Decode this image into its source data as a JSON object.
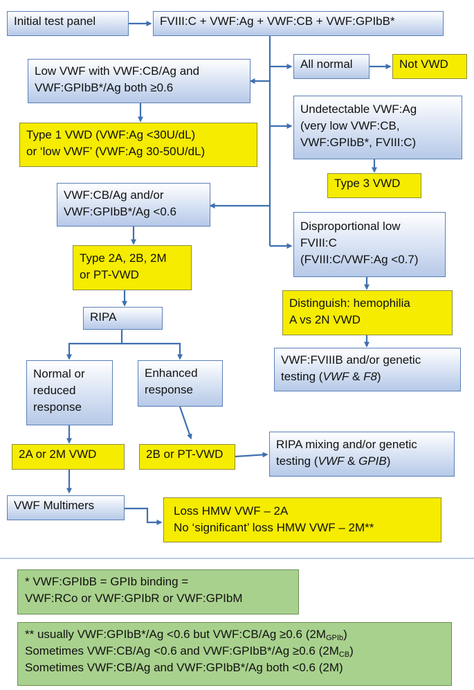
{
  "nodes": {
    "initial": "Initial test panel",
    "panel": "FVIII:C + VWF:Ag + VWF:CB + VWF:GPIbB*",
    "all_normal": "All normal",
    "not_vwd": "Not VWD",
    "low_vwf": [
      "Low VWF with VWF:CB/Ag and",
      "VWF:GPIbB*/Ag both ≥0.6"
    ],
    "type1": [
      "Type 1 VWD (VWF:Ag <30U/dL)",
      "or ‘low VWF’ (VWF:Ag 30-50U/dL)"
    ],
    "undetectable": [
      "Undetectable VWF:Ag",
      "(very low VWF:CB,",
      "VWF:GPIbB*, FVIII:C)"
    ],
    "type3": "Type 3 VWD",
    "cb_ag_low": [
      "VWF:CB/Ag and/or",
      "VWF:GPIbB*/Ag <0.6"
    ],
    "type2": [
      "Type 2A, 2B, 2M",
      "or PT-VWD"
    ],
    "dispro": [
      "Disproportional low",
      "FVIII:C",
      "(FVIII:C/VWF:Ag <0.7)"
    ],
    "distinguish": [
      "Distinguish: hemophilia",
      "A vs 2N VWD"
    ],
    "fviiib": {
      "line1": "VWF:FVIIIB and/or genetic",
      "line2_pre": "testing (",
      "line2_g1": "VWF",
      "line2_mid": " & ",
      "line2_g2": "F8",
      "line2_post": ")"
    },
    "ripa": "RIPA",
    "normal_reduced": [
      "Normal or",
      "reduced",
      "response"
    ],
    "enhanced": [
      "Enhanced",
      "response"
    ],
    "t2a2m": "2A or 2M VWD",
    "t2bpt": "2B or PT-VWD",
    "ripa_mix": {
      "line1": "RIPA mixing and/or genetic",
      "line2_pre": "testing (",
      "line2_g1": "VWF",
      "line2_mid": " & ",
      "line2_g2": "GPIB",
      "line2_post": ")"
    },
    "multimers": "VWF Multimers",
    "loss_hmw": [
      "Loss HMW VWF – 2A",
      "No ‘significant’ loss HMW VWF – 2M**"
    ]
  },
  "notes": {
    "note1": [
      "* VWF:GPIbB = GPIb binding =",
      "VWF:RCo or VWF:GPIbR or VWF:GPIbM"
    ],
    "note2": {
      "l1_pre": "** usually VWF:GPIbB*/Ag <0.6 but VWF:CB/Ag ≥0.6 (2M",
      "l1_sub": "GPIb",
      "l1_post": ")",
      "l2_pre": "Sometimes VWF:CB/Ag <0.6 and VWF:GPIbB*/Ag ≥0.6 (2M",
      "l2_sub": "CB",
      "l2_post": ")",
      "l3": "Sometimes VWF:CB/Ag and VWF:GPIbB*/Ag both <0.6 (2M)"
    }
  },
  "colors": {
    "box_blue_border": "#5b7fb8",
    "box_yellow": "#f5ec00",
    "box_green": "#a9d18e",
    "arrow": "#3f6fb0",
    "divider": "#8faad6"
  }
}
